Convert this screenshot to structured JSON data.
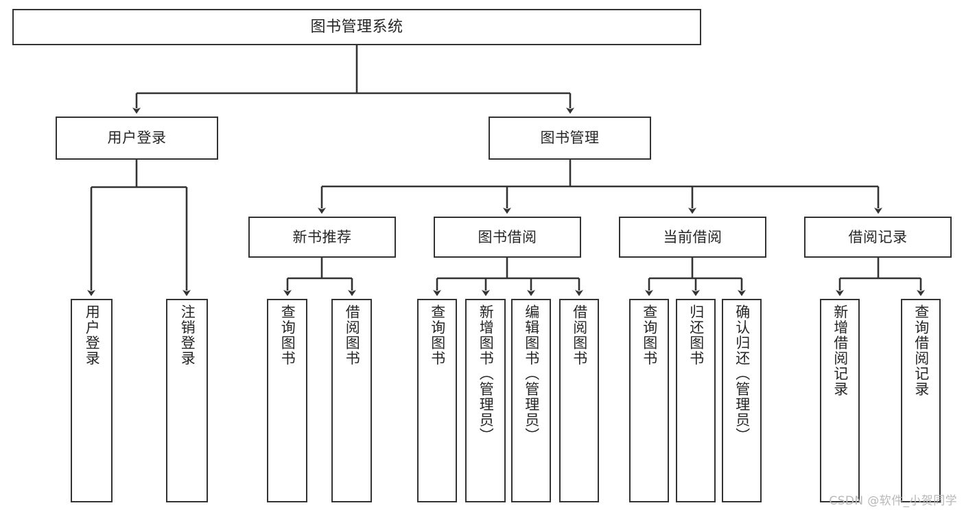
{
  "diagram": {
    "title": "图书管理系统",
    "type": "tree-hierarchy",
    "watermark": "CSDN @软件_小贺同学",
    "colors": {
      "box_border": "#333333",
      "box_fill": "#ffffff",
      "edge": "#333333",
      "text": "#262626",
      "watermark": "#b8b8b8"
    },
    "nodes": {
      "root": {
        "label": "图书管理系统",
        "orientation": "horizontal"
      },
      "level2": [
        {
          "label": "用户登录",
          "orientation": "horizontal"
        },
        {
          "label": "图书管理",
          "orientation": "horizontal"
        }
      ],
      "level3": [
        {
          "label": "新书推荐",
          "orientation": "horizontal"
        },
        {
          "label": "图书借阅",
          "orientation": "horizontal"
        },
        {
          "label": "当前借阅",
          "orientation": "horizontal"
        },
        {
          "label": "借阅记录",
          "orientation": "horizontal"
        }
      ],
      "leaves_user_login": [
        {
          "label": "用户登录",
          "orientation": "vertical"
        },
        {
          "label": "注销登录",
          "orientation": "vertical"
        }
      ],
      "leaves_new_book": [
        {
          "label": "查询图书",
          "orientation": "vertical"
        },
        {
          "label": "借阅图书",
          "orientation": "vertical"
        }
      ],
      "leaves_book_borrow": [
        {
          "label": "查询图书",
          "orientation": "vertical"
        },
        {
          "label": "新增图书（管理员）",
          "orientation": "vertical"
        },
        {
          "label": "编辑图书（管理员）",
          "orientation": "vertical"
        },
        {
          "label": "借阅图书",
          "orientation": "vertical"
        }
      ],
      "leaves_current_borrow": [
        {
          "label": "查询图书",
          "orientation": "vertical"
        },
        {
          "label": "归还图书",
          "orientation": "vertical"
        },
        {
          "label": "确认归还（管理员）",
          "orientation": "vertical"
        }
      ],
      "leaves_borrow_record": [
        {
          "label": "新增借阅记录",
          "orientation": "vertical"
        },
        {
          "label": "查询借阅记录",
          "orientation": "vertical"
        }
      ]
    }
  }
}
